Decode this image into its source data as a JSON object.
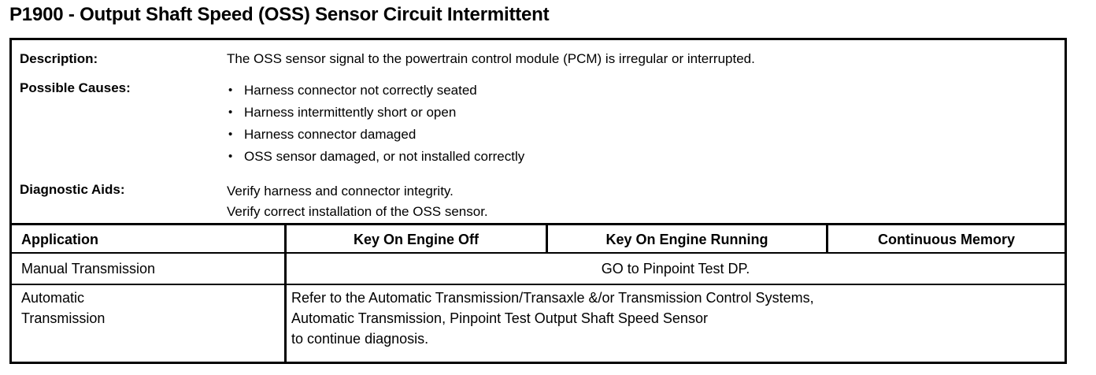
{
  "document": {
    "title": "P1900 - Output Shaft Speed (OSS) Sensor Circuit Intermittent"
  },
  "info": {
    "description": {
      "label": "Description:",
      "text": "The OSS sensor signal to the powertrain control module (PCM) is irregular or interrupted."
    },
    "possible_causes": {
      "label": "Possible Causes:",
      "items": [
        "Harness connector not correctly seated",
        "Harness intermittently short or open",
        "Harness connector damaged",
        "OSS sensor damaged, or not installed correctly"
      ]
    },
    "diagnostic_aids": {
      "label": "Diagnostic Aids:",
      "lines": [
        "Verify harness and connector integrity.",
        "Verify correct installation of the OSS sensor."
      ]
    }
  },
  "table": {
    "headers": {
      "application": "Application",
      "key_on_engine_off": "Key On Engine Off",
      "key_on_engine_running": "Key On Engine Running",
      "continuous_memory": "Continuous Memory"
    },
    "rows": {
      "manual": {
        "application": "Manual Transmission",
        "value": "GO to Pinpoint Test DP."
      },
      "automatic": {
        "application_line1": "Automatic",
        "application_line2": "Transmission",
        "value_line1": "Refer to the Automatic Transmission/Transaxle &/or Transmission Control Systems,",
        "value_line2": "Automatic Transmission, Pinpoint Test Output Shaft Speed Sensor",
        "value_line3": "to continue diagnosis."
      }
    }
  }
}
